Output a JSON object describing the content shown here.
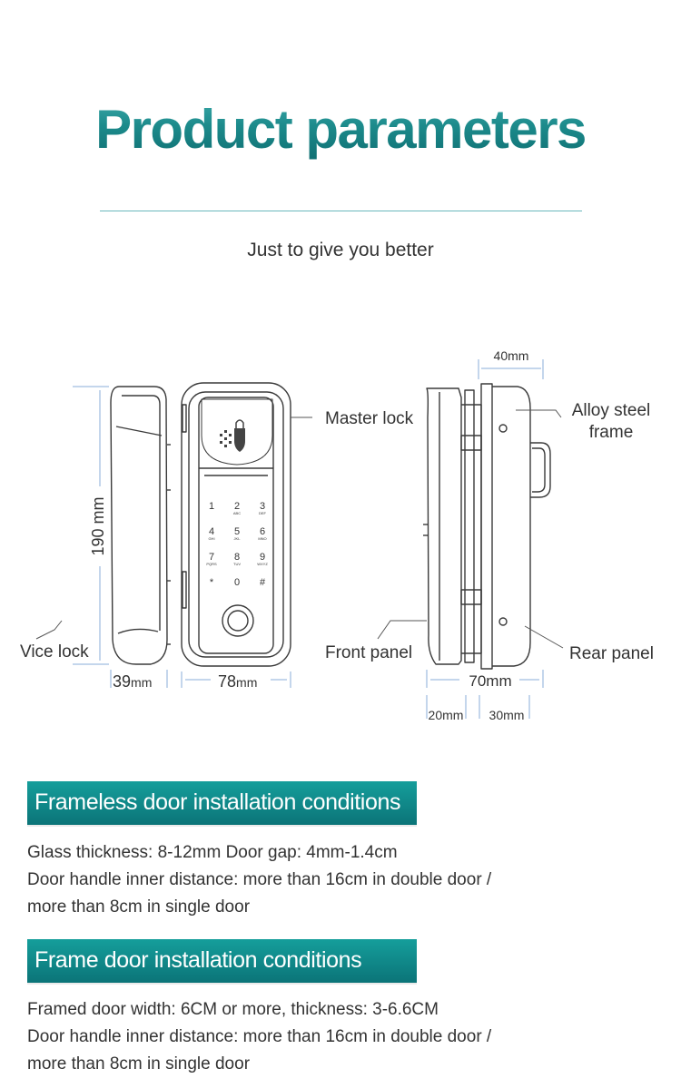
{
  "header": {
    "title": "Product parameters",
    "subtitle": "Just to give you better"
  },
  "diagram": {
    "labels": {
      "master_lock": "Master lock",
      "vice_lock": "Vice lock",
      "front_panel": "Front panel",
      "alloy_steel_frame_line1": "Alloy steel",
      "alloy_steel_frame_line2": "frame",
      "rear_panel": "Rear panel"
    },
    "dimensions": {
      "height": "190 mm",
      "vice_width": "39",
      "vice_width_unit": "mm",
      "front_width": "78",
      "front_width_unit": "mm",
      "top_depth": "40mm",
      "total_depth": "70mm",
      "front_depth": "20mm",
      "rear_depth": "30mm"
    },
    "keypad": {
      "keys": [
        "1",
        "2",
        "3",
        "4",
        "5",
        "6",
        "7",
        "8",
        "9",
        "*",
        "0",
        "#"
      ],
      "sublabels": [
        "",
        "ABC",
        "DEF",
        "GHI",
        "JKL",
        "MNO",
        "PQRS",
        "TUV",
        "WXYZ",
        "",
        "",
        ""
      ]
    }
  },
  "sections": [
    {
      "heading": "Frameless door installation conditions",
      "lines": [
        "Glass thickness: 8-12mm Door gap: 4mm-1.4cm",
        "Door handle inner distance: more than 16cm in double door /",
        "more than 8cm in single door"
      ]
    },
    {
      "heading": "Frame door installation conditions",
      "lines": [
        "Framed door width: 6CM or more, thickness: 3-6.6CM",
        "Door handle inner distance: more than 16cm in double door /",
        "more than 8cm in single door"
      ]
    }
  ],
  "colors": {
    "accent": "#16908f",
    "banner_top": "#159e9b",
    "banner_bottom": "#0b7478",
    "rule": "#69b8bc"
  }
}
